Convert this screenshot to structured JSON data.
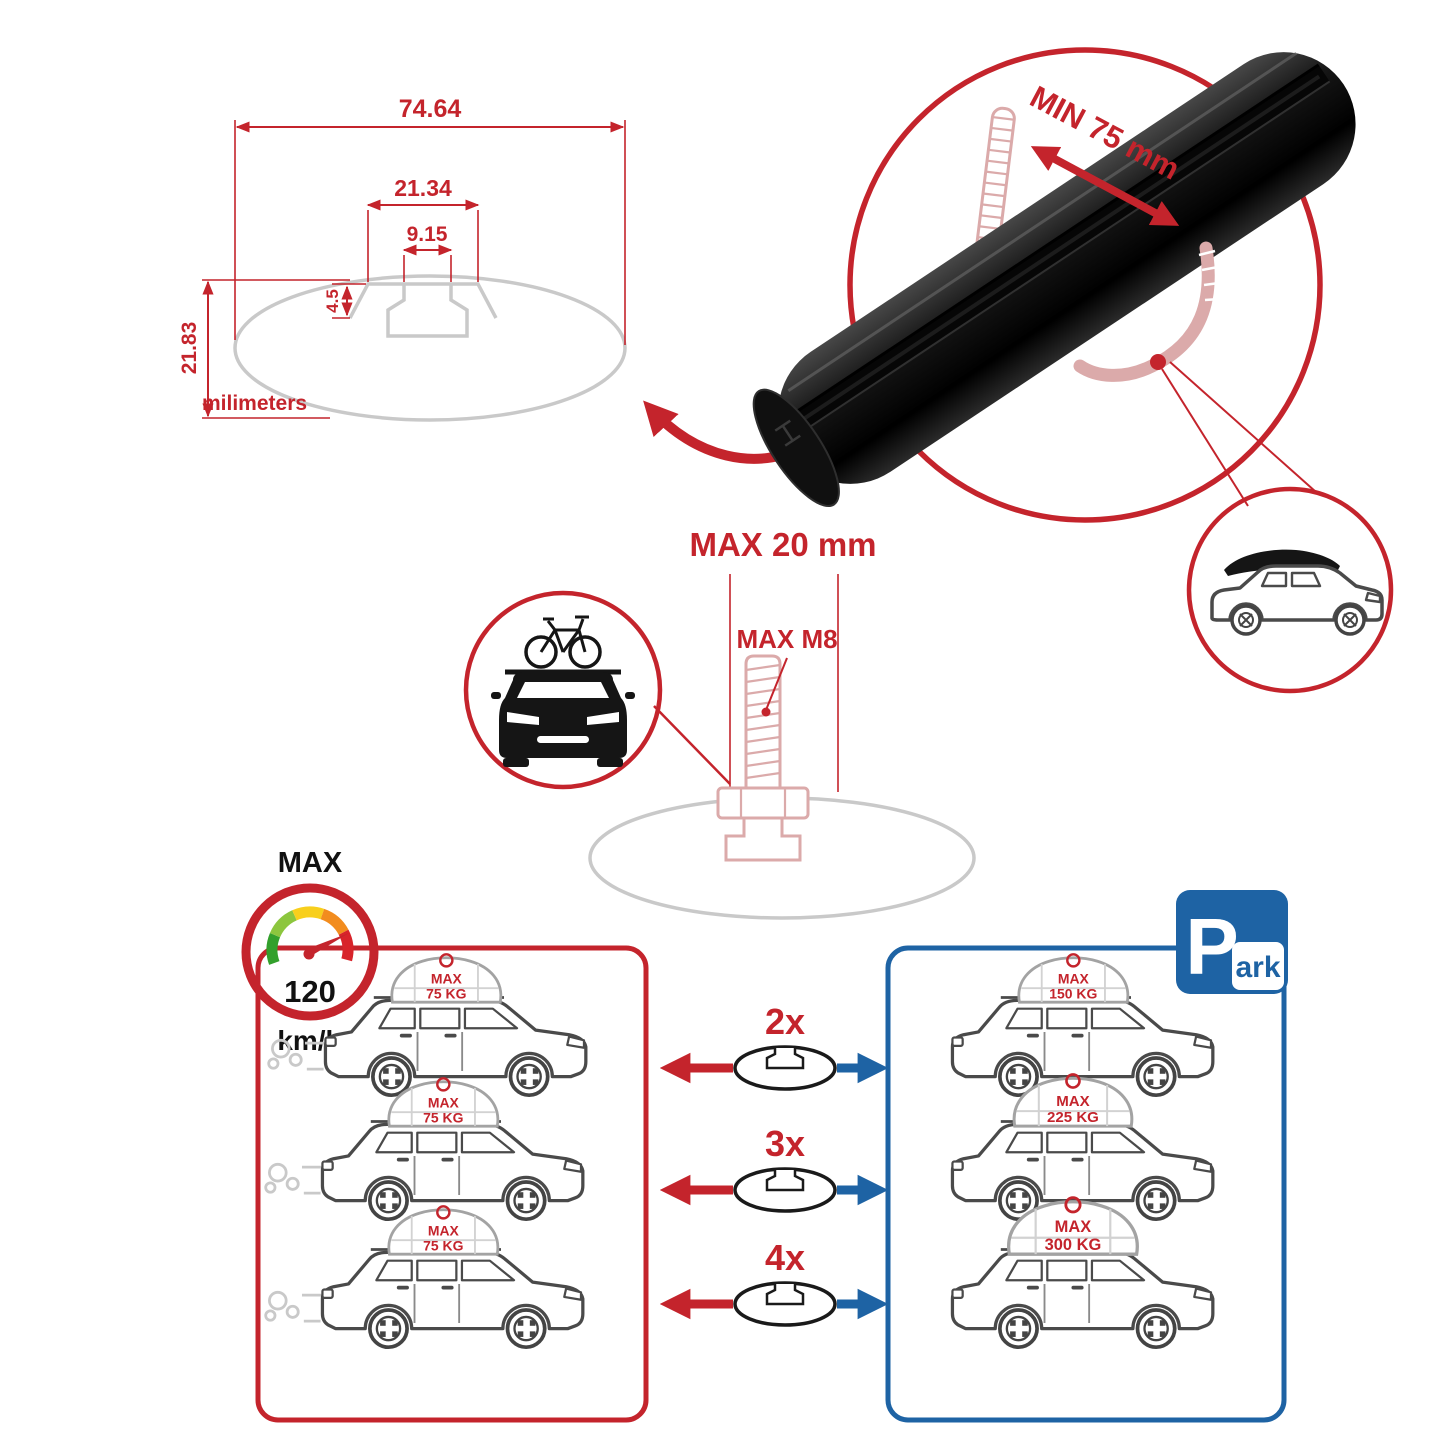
{
  "colors": {
    "red": "#c4242c",
    "blue": "#1e63a4",
    "profile-gray": "#c9c9c9",
    "pink": "#dbaaaa",
    "bar-black": "#111111"
  },
  "profile_drawing": {
    "width_total": "74.64",
    "width_channel_outer": "21.34",
    "width_channel_inner": "9.15",
    "channel_depth": "4.5",
    "height_total": "21.83",
    "unit_label": "milimeters"
  },
  "clamp_detail": {
    "min_clearance_label": "MIN 75 mm"
  },
  "bolt_detail": {
    "max_length_label": "MAX 20 mm",
    "max_thread_label": "MAX M8"
  },
  "speed_limit": {
    "label": "MAX",
    "value": "120",
    "unit": "km/h"
  },
  "park_sign": {
    "letter": "P",
    "suffix": "ark"
  },
  "capacity": {
    "rows": [
      {
        "multiplier": "2x",
        "driving_label": "MAX",
        "driving_weight": "75 KG",
        "parked_label": "MAX",
        "parked_weight": "150 KG"
      },
      {
        "multiplier": "3x",
        "driving_label": "MAX",
        "driving_weight": "75 KG",
        "parked_label": "MAX",
        "parked_weight": "225 KG"
      },
      {
        "multiplier": "4x",
        "driving_label": "MAX",
        "driving_weight": "75 KG",
        "parked_label": "MAX",
        "parked_weight": "300 KG"
      }
    ]
  }
}
